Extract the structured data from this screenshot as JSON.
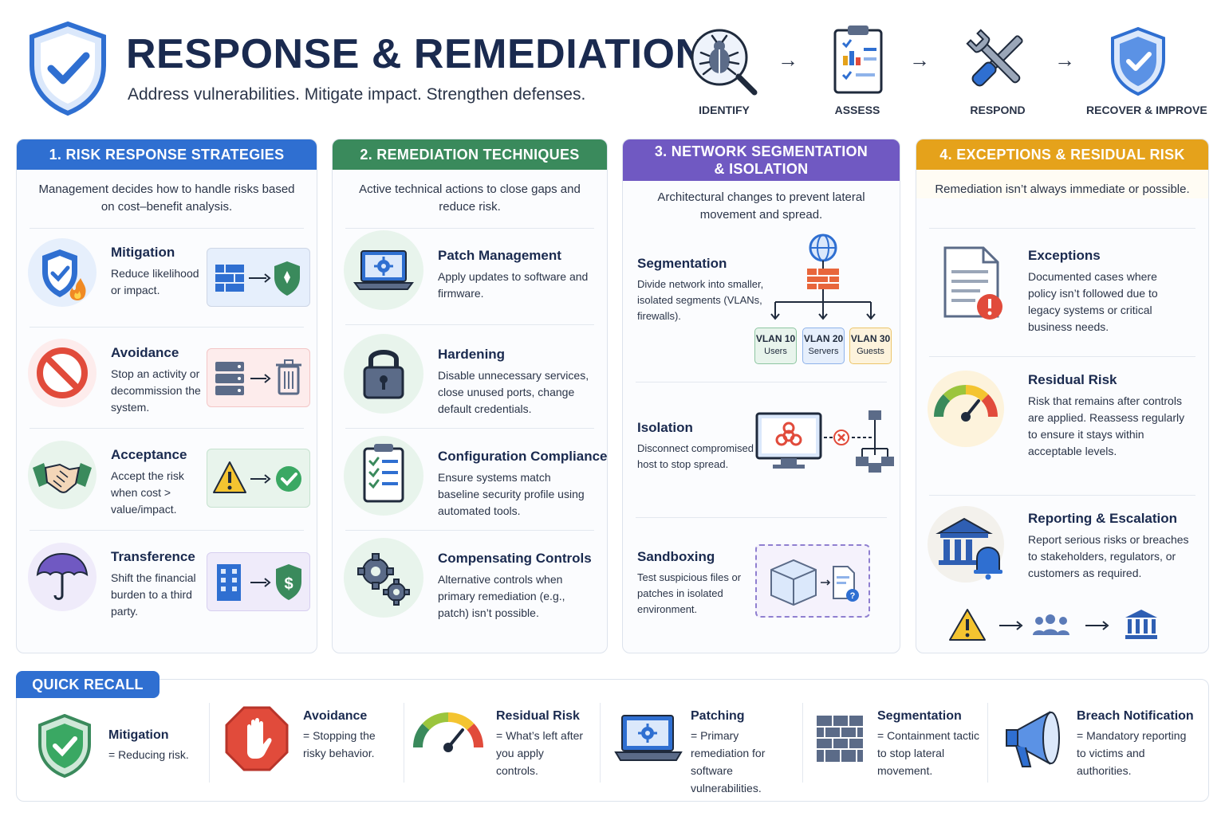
{
  "header": {
    "title": "RESPONSE & REMEDIATION",
    "subtitle": "Address vulnerabilities. Mitigate impact. Strengthen defenses."
  },
  "flow": {
    "steps": [
      "IDENTIFY",
      "ASSESS",
      "RESPOND",
      "RECOVER & IMPROVE"
    ],
    "arrow": "→"
  },
  "colors": {
    "blue": "#2f6fd1",
    "green": "#3a8a5c",
    "purple": "#7059c2",
    "amber": "#e5a21b"
  },
  "columns": [
    {
      "heading": "1. RISK RESPONSE STRATEGIES",
      "intro": "Management decides how to handle risks based on cost–benefit analysis.",
      "items": [
        {
          "title": "Mitigation",
          "desc": "Reduce likelihood or impact.",
          "icon": "shield-fire-icon"
        },
        {
          "title": "Avoidance",
          "desc": "Stop an activity or decommission the system.",
          "icon": "prohibited-icon"
        },
        {
          "title": "Acceptance",
          "desc": "Accept the risk when cost > value/impact.",
          "icon": "handshake-icon"
        },
        {
          "title": "Transference",
          "desc": "Shift the financial burden to a third party.",
          "icon": "umbrella-icon"
        }
      ]
    },
    {
      "heading": "2. REMEDIATION TECHNIQUES",
      "intro": "Active technical actions to close gaps and reduce risk.",
      "items": [
        {
          "title": "Patch Management",
          "desc": "Apply updates to software and firmware.",
          "icon": "laptop-gear-icon"
        },
        {
          "title": "Hardening",
          "desc": "Disable unnecessary services, close unused ports, change default credentials.",
          "icon": "padlock-icon"
        },
        {
          "title": "Configuration Compliance",
          "desc": "Ensure systems match baseline security profile using automated tools.",
          "icon": "checklist-icon"
        },
        {
          "title": "Compensating Controls",
          "desc": "Alternative controls when primary remediation (e.g., patch) isn’t possible.",
          "icon": "gears-icon"
        }
      ]
    },
    {
      "heading_line1": "3. NETWORK SEGMENTATION",
      "heading_line2": "& ISOLATION",
      "intro": "Architectural changes to prevent lateral movement and spread.",
      "items": [
        {
          "title": "Segmentation",
          "desc": "Divide network into smaller, isolated segments (VLANs, firewalls)."
        },
        {
          "title": "Isolation",
          "desc": "Disconnect compromised host to stop spread."
        },
        {
          "title": "Sandboxing",
          "desc": "Test suspicious files or patches in isolated environment."
        }
      ],
      "vlans": [
        {
          "name": "VLAN 10",
          "label": "Users"
        },
        {
          "name": "VLAN 20",
          "label": "Servers"
        },
        {
          "name": "VLAN 30",
          "label": "Guests"
        }
      ]
    },
    {
      "heading": "4. EXCEPTIONS & RESIDUAL RISK",
      "intro": "Remediation isn’t always immediate or possible.",
      "items": [
        {
          "title": "Exceptions",
          "desc": "Documented cases where policy isn’t followed due to legacy systems or critical business needs.",
          "icon": "document-alert-icon"
        },
        {
          "title": "Residual Risk",
          "desc": "Risk that remains after controls are applied. Reassess regularly to ensure it stays within acceptable levels.",
          "icon": "gauge-icon"
        },
        {
          "title": "Reporting & Escalation",
          "desc": "Report serious risks or breaches to stakeholders, regulators, or customers as required.",
          "icon": "bank-bell-icon"
        }
      ]
    }
  ],
  "quick_recall": {
    "label": "QUICK RECALL",
    "items": [
      {
        "title": "Mitigation",
        "desc": "= Reducing risk."
      },
      {
        "title": "Avoidance",
        "desc": "= Stopping the risky behavior."
      },
      {
        "title": "Residual Risk",
        "desc": "= What’s left after you apply controls."
      },
      {
        "title": "Patching",
        "desc": "= Primary remediation for software vulnerabilities."
      },
      {
        "title": "Segmentation",
        "desc": "= Containment tactic to stop lateral movement."
      },
      {
        "title": "Breach Notification",
        "desc": "= Mandatory reporting to victims and authorities."
      }
    ]
  }
}
